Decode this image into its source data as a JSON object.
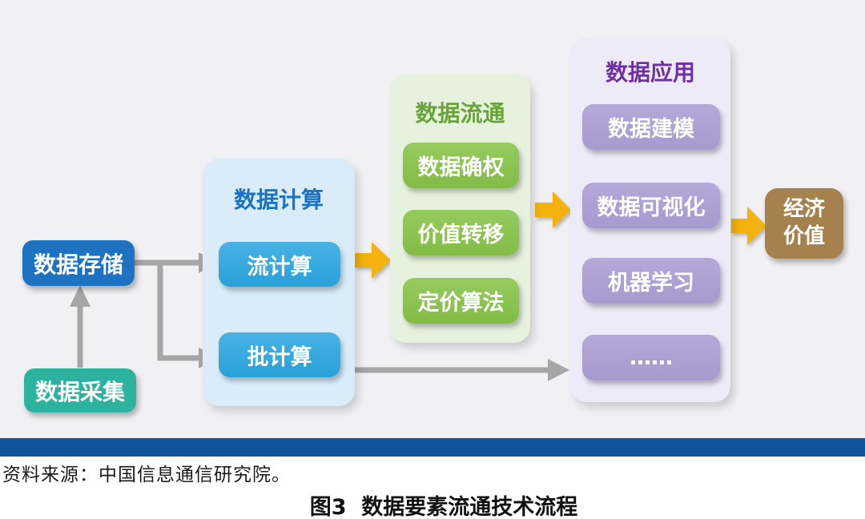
{
  "page": {
    "diagram_background": "#f1f0f2",
    "divider_color": "#11569b"
  },
  "nodes": {
    "storage": {
      "label": "数据存储",
      "color": "#1d73c2"
    },
    "collection": {
      "label": "数据采集",
      "color": "#2cb3a0"
    },
    "economic_value": {
      "line1": "经济",
      "line2": "价值",
      "color": "#a5814e"
    }
  },
  "containers": [
    {
      "title": "数据计算",
      "title_color": "#1a73c0",
      "bg_color": "#d9ecf8",
      "chip_color": "#2fa5dc",
      "items": [
        {
          "label": "流计算"
        },
        {
          "label": "批计算"
        }
      ]
    },
    {
      "title": "数据流通",
      "title_color": "#68a43a",
      "bg_color": "#e6f2de",
      "chip_color": "#8ac04b",
      "items": [
        {
          "label": "数据确权"
        },
        {
          "label": "价值转移"
        },
        {
          "label": "定价算法"
        }
      ]
    },
    {
      "title": "数据应用",
      "title_color": "#7030a0",
      "bg_color": "#edebf7",
      "chip_color": "#aba0d1",
      "items": [
        {
          "label": "数据建模"
        },
        {
          "label": "数据可视化"
        },
        {
          "label": "机器学习"
        },
        {
          "label": "……"
        }
      ]
    }
  ],
  "arrows": {
    "gray_color": "#a6a6a6",
    "yellow_color": "#f3b20e"
  },
  "footer": {
    "source": "资料来源：中国信息通信研究院。",
    "caption": "图3  数据要素流通技术流程"
  }
}
